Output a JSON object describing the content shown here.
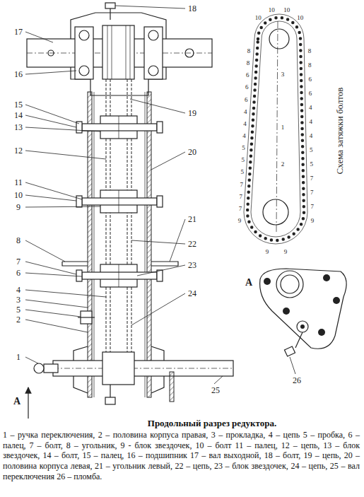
{
  "diagram": {
    "title": "Продольный разрез редуктора.",
    "caption": "1 – ручка переключения, 2 – половина корпуса правая, 3 – прокладка, 4 – цепь 5 – пробка, 6 – палец, 7 – болт, 8 – угольник, 9 - блок звездочек, 10 – болт 11 – палец, 12 – цепь, 13 – блок звездочек, 14 – болт, 15 – палец, 16 – подшипник 17 – вал выходной, 18 – болт, 19 – цепь, 20 – половина корпуса левая, 21 – угольник левый, 22 – цепь, 23 – блок звездочек, 24 – цепь, 25 – вал переключения 26 – пломба.",
    "labels": [
      "17",
      "16",
      "15",
      "14",
      "13",
      "12",
      "11",
      "10",
      "9",
      "8",
      "7",
      "6",
      "4",
      "3",
      "5",
      "2",
      "1",
      "18",
      "19",
      "20",
      "21",
      "22",
      "23",
      "24",
      "25",
      "А",
      "Схема затяжки болтов",
      "10",
      "10",
      "10",
      "10",
      "8",
      "8",
      "6",
      "6",
      "6",
      "4",
      "4",
      "4",
      "5",
      "5",
      "5",
      "7",
      "7",
      "7",
      "9",
      "8",
      "8",
      "6",
      "6",
      "4",
      "4",
      "4",
      "5",
      "5",
      "7",
      "7",
      "7",
      "9",
      "9",
      "9",
      "3",
      "1",
      "2",
      "А",
      "26"
    ]
  }
}
